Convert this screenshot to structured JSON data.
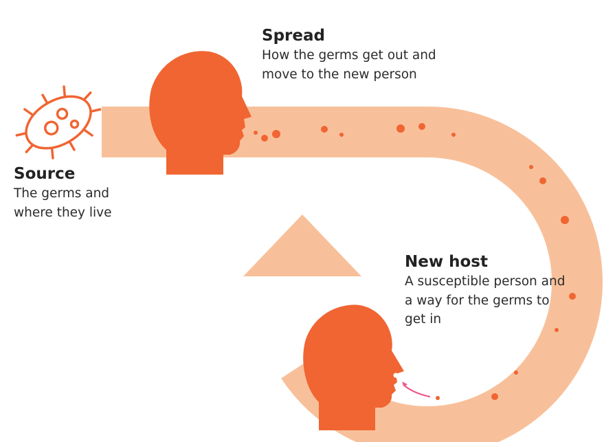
{
  "colors": {
    "band": "#f8c09a",
    "accent": "#f06532",
    "white": "#ffffff",
    "pink": "#ee5a8c",
    "text": "#222222"
  },
  "icons": {
    "source": "germ-bacteria-icon",
    "spread": "head-profile-icon",
    "new_host": "head-profile-icon"
  },
  "source": {
    "title": "Source",
    "description": "The germs and where they live"
  },
  "spread": {
    "title": "Spread",
    "description": "How the germs get out and move to the new person"
  },
  "new_host": {
    "title": "New host",
    "description": "A susceptible person and a way for the germs to get in"
  }
}
